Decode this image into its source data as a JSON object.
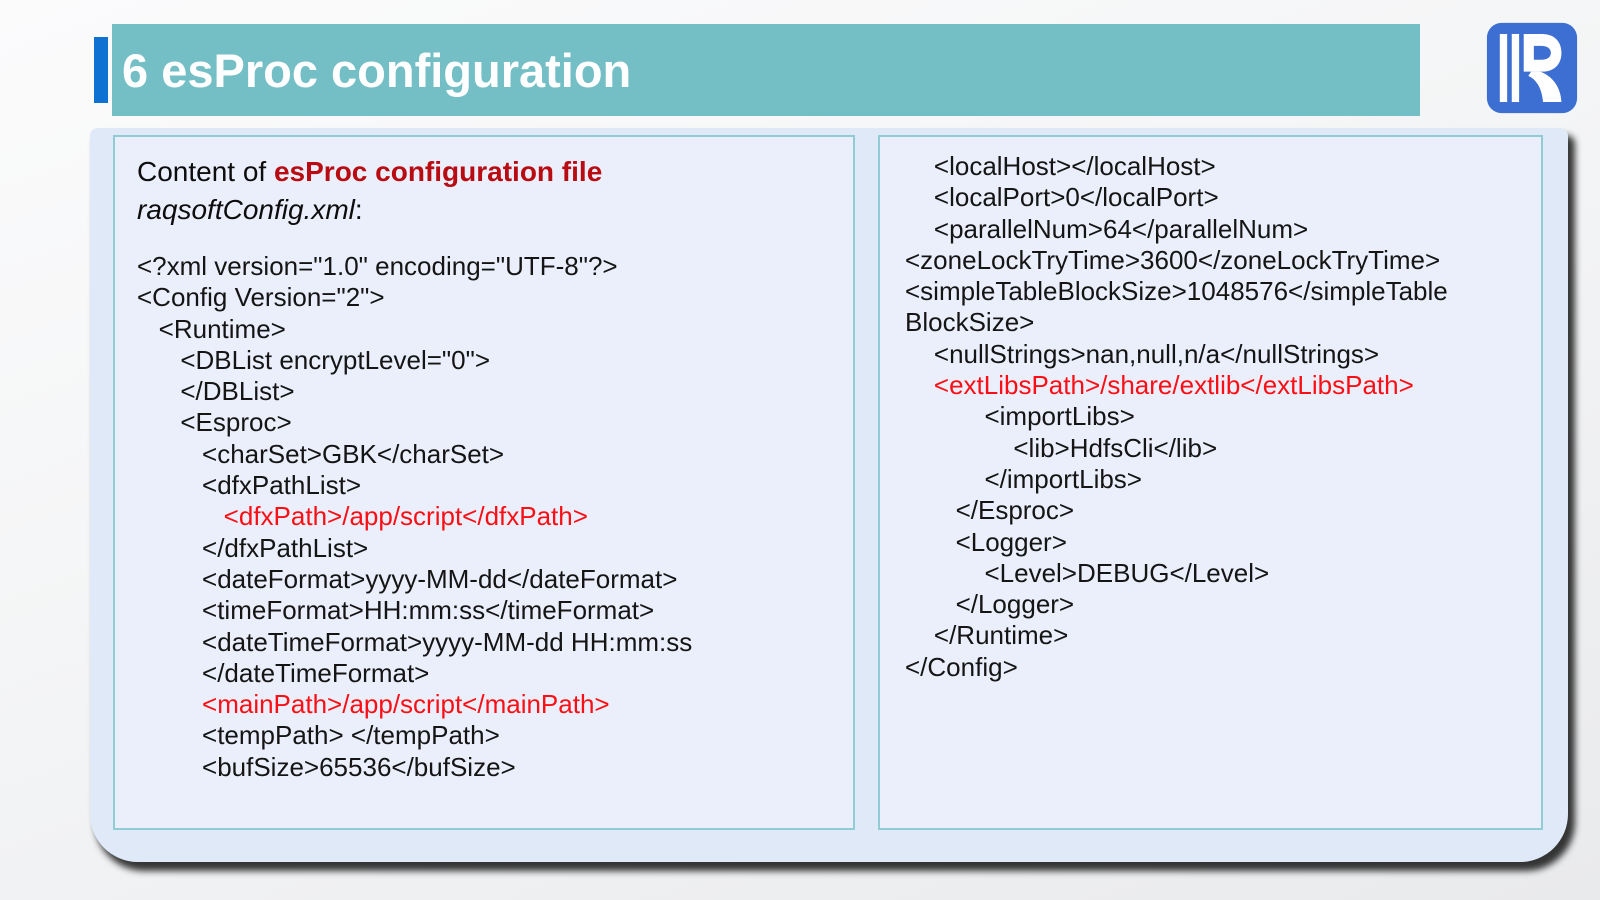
{
  "colors": {
    "header_bg": "#74bfc6",
    "accent_bar": "#0f72d2",
    "logo_bg": "#3d6ed1",
    "card_bg": "#dfe9f8",
    "panel_bg": "#eaeffb",
    "panel_border": "#90ccd3",
    "code_text": "#151515",
    "code_highlight": "#fb0f14",
    "intro_highlight": "#b80b12"
  },
  "header": {
    "title": "6 esProc configuration"
  },
  "logo": {
    "name": "raqsoft-logo"
  },
  "left_panel": {
    "intro": {
      "prefix": "Content of ",
      "highlight": "esProc configuration file",
      "filename": "raqsoftConfig.xml",
      "suffix": ":"
    },
    "code_lines": [
      {
        "text": "<?xml version=\"1.0\" encoding=\"UTF-8\"?>",
        "color": "default"
      },
      {
        "text": "<Config Version=\"2\">",
        "color": "default"
      },
      {
        "text": "   <Runtime>",
        "color": "default"
      },
      {
        "text": "      <DBList encryptLevel=\"0\">",
        "color": "default"
      },
      {
        "text": "      </DBList>",
        "color": "default"
      },
      {
        "text": "      <Esproc>",
        "color": "default"
      },
      {
        "text": "         <charSet>GBK</charSet>",
        "color": "default"
      },
      {
        "text": "         <dfxPathList>",
        "color": "default"
      },
      {
        "text": "            <dfxPath>/app/script</dfxPath>",
        "color": "red"
      },
      {
        "text": "         </dfxPathList>",
        "color": "default"
      },
      {
        "text": "         <dateFormat>yyyy-MM-dd</dateFormat>",
        "color": "default"
      },
      {
        "text": "         <timeFormat>HH:mm:ss</timeFormat>",
        "color": "default"
      },
      {
        "text": "         <dateTimeFormat>yyyy-MM-dd HH:mm:ss",
        "color": "default"
      },
      {
        "text": "         </dateTimeFormat>",
        "color": "default"
      },
      {
        "text": "         <mainPath>/app/script</mainPath>",
        "color": "red"
      },
      {
        "text": "         <tempPath> </tempPath>",
        "color": "default"
      },
      {
        "text": "         <bufSize>65536</bufSize>",
        "color": "default"
      }
    ]
  },
  "right_panel": {
    "code_lines": [
      {
        "text": "    <localHost></localHost>",
        "color": "default"
      },
      {
        "text": "    <localPort>0</localPort>",
        "color": "default"
      },
      {
        "text": "    <parallelNum>64</parallelNum>",
        "color": "default"
      },
      {
        "text": "<zoneLockTryTime>3600</zoneLockTryTime>",
        "color": "default"
      },
      {
        "text": "<simpleTableBlockSize>1048576</simpleTable",
        "color": "default"
      },
      {
        "text": "BlockSize>",
        "color": "default"
      },
      {
        "text": "    <nullStrings>nan,null,n/a</nullStrings>",
        "color": "default"
      },
      {
        "text": "    <extLibsPath>/share/extlib</extLibsPath>",
        "color": "red"
      },
      {
        "text": "           <importLibs>",
        "color": "default"
      },
      {
        "text": "               <lib>HdfsCli</lib>",
        "color": "default"
      },
      {
        "text": "           </importLibs>",
        "color": "default"
      },
      {
        "text": "       </Esproc>",
        "color": "default"
      },
      {
        "text": "       <Logger>",
        "color": "default"
      },
      {
        "text": "           <Level>DEBUG</Level>",
        "color": "default"
      },
      {
        "text": "       </Logger>",
        "color": "default"
      },
      {
        "text": "    </Runtime>",
        "color": "default"
      },
      {
        "text": "</Config>",
        "color": "default"
      }
    ]
  }
}
